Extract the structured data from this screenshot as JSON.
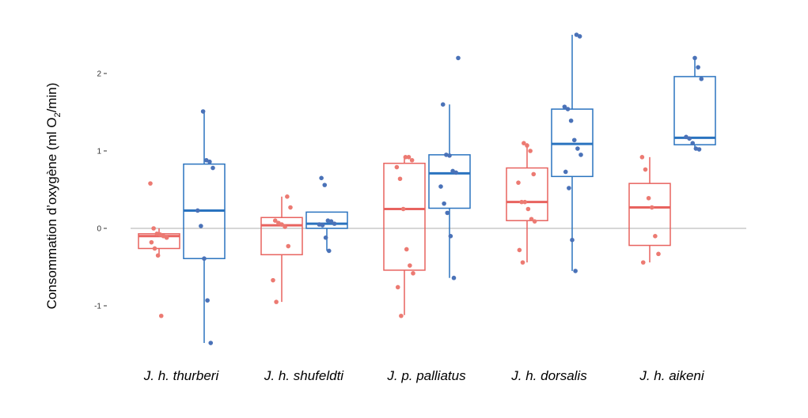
{
  "chart_data": {
    "type": "boxplot",
    "title": "",
    "xlabel": "",
    "ylabel": {
      "main": "Consommation d’oxygène (ml O",
      "sub": "2",
      "end": "/min)"
    },
    "ylim": [
      -1.7,
      2.55
    ],
    "yticks": [
      2,
      1,
      0,
      -1
    ],
    "ytick_labels": [
      "2",
      "1",
      "0",
      "-1"
    ],
    "reference_line": 0,
    "grid": false,
    "colors": {
      "series_a": "#e8635f",
      "series_b": "#2a73bf",
      "point_a": "#ec7a72",
      "point_b": "#4a72b8",
      "reference": "#bdbdbd"
    },
    "categories": [
      "J. h. thurberi",
      "J. h. shufeldti",
      "J. p. palliatus",
      "J. h. dorsalis",
      "J. h. aikeni"
    ],
    "series": [
      {
        "name": "red",
        "boxes": [
          {
            "q1": -0.26,
            "median": -0.1,
            "q3": -0.07,
            "whisker_low": -0.35,
            "whisker_high": 0.0,
            "points": [
              0.58,
              0.0,
              -0.07,
              -0.08,
              -0.1,
              -0.12,
              -0.18,
              -0.26,
              -0.35,
              -1.13
            ]
          },
          {
            "q1": -0.34,
            "median": 0.04,
            "q3": 0.14,
            "whisker_low": -0.95,
            "whisker_high": 0.41,
            "points": [
              0.41,
              0.27,
              0.1,
              0.07,
              0.05,
              0.02,
              -0.23,
              -0.67,
              -0.95
            ]
          },
          {
            "q1": -0.54,
            "median": 0.25,
            "q3": 0.84,
            "whisker_low": -1.12,
            "whisker_high": 0.92,
            "points": [
              0.92,
              0.92,
              0.88,
              0.79,
              0.64,
              0.25,
              -0.27,
              -0.48,
              -0.58,
              -0.76,
              -1.13
            ]
          },
          {
            "q1": 0.1,
            "median": 0.34,
            "q3": 0.78,
            "whisker_low": -0.44,
            "whisker_high": 1.1,
            "points": [
              1.1,
              1.07,
              1.0,
              0.7,
              0.59,
              0.34,
              0.34,
              0.25,
              0.12,
              0.09,
              -0.28,
              -0.44
            ]
          },
          {
            "q1": -0.22,
            "median": 0.27,
            "q3": 0.58,
            "whisker_low": -0.44,
            "whisker_high": 0.92,
            "points": [
              0.92,
              0.76,
              0.39,
              0.27,
              -0.1,
              -0.33,
              -0.44
            ]
          }
        ]
      },
      {
        "name": "blue",
        "boxes": [
          {
            "q1": -0.39,
            "median": 0.23,
            "q3": 0.83,
            "whisker_low": -1.48,
            "whisker_high": 1.51,
            "points": [
              1.51,
              0.88,
              0.86,
              0.78,
              0.23,
              0.03,
              -0.39,
              -0.93,
              -1.48
            ]
          },
          {
            "q1": 0.0,
            "median": 0.06,
            "q3": 0.21,
            "whisker_low": -0.29,
            "whisker_high": 0.21,
            "points": [
              0.65,
              0.56,
              0.1,
              0.09,
              0.06,
              0.05,
              0.04,
              -0.12,
              -0.29
            ]
          },
          {
            "q1": 0.26,
            "median": 0.71,
            "q3": 0.95,
            "whisker_low": -0.64,
            "whisker_high": 1.6,
            "points": [
              2.2,
              1.6,
              0.95,
              0.94,
              0.74,
              0.72,
              0.54,
              0.32,
              0.2,
              -0.1,
              -0.64
            ]
          },
          {
            "q1": 0.67,
            "median": 1.09,
            "q3": 1.54,
            "whisker_low": -0.55,
            "whisker_high": 2.5,
            "points": [
              2.5,
              2.48,
              1.57,
              1.54,
              1.39,
              1.14,
              1.03,
              0.95,
              0.73,
              0.52,
              -0.15,
              -0.55
            ]
          },
          {
            "q1": 1.08,
            "median": 1.17,
            "q3": 1.96,
            "whisker_low": 1.02,
            "whisker_high": 2.19,
            "points": [
              2.2,
              2.08,
              1.93,
              1.18,
              1.16,
              1.1,
              1.03,
              1.02
            ]
          }
        ]
      }
    ]
  }
}
